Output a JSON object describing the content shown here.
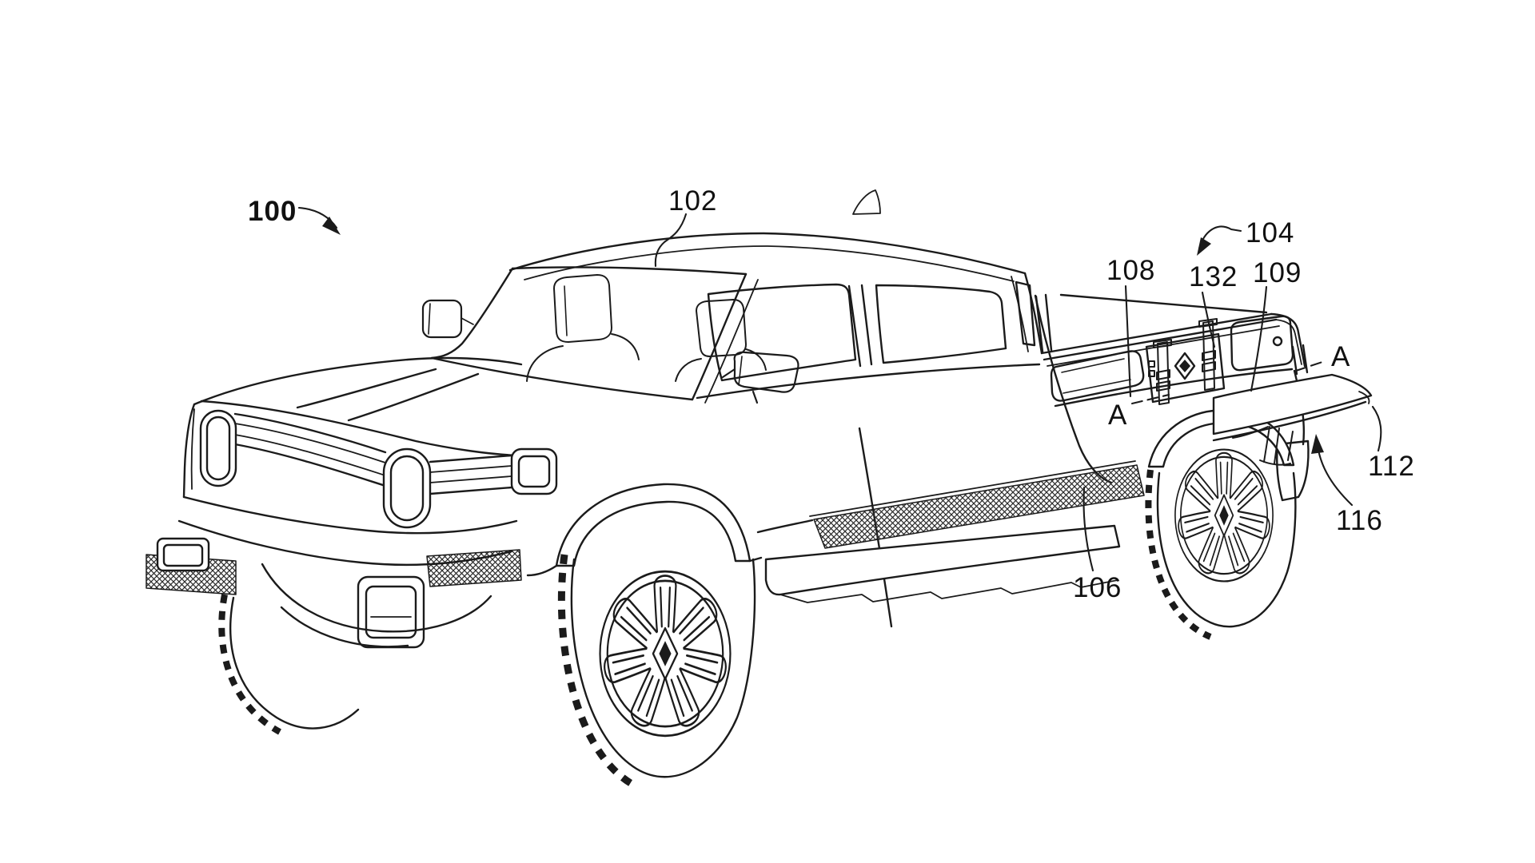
{
  "figure": {
    "description": "Patent-style black and white line drawing of an electric pickup truck in front three-quarter view, with a bed-side accessory rail, tie-down cleats, a deployed side table, and reference numerals with leader lines",
    "colors": {
      "background": "#ffffff",
      "line": "#1b1b1b",
      "text": "#111111"
    },
    "labels": [
      {
        "id": "100",
        "text": "100"
      },
      {
        "id": "102",
        "text": "102"
      },
      {
        "id": "104",
        "text": "104"
      },
      {
        "id": "108",
        "text": "108"
      },
      {
        "id": "132",
        "text": "132"
      },
      {
        "id": "109",
        "text": "109"
      },
      {
        "id": "A-left",
        "text": "A"
      },
      {
        "id": "A-right",
        "text": "A"
      },
      {
        "id": "112",
        "text": "112"
      },
      {
        "id": "116",
        "text": "116"
      },
      {
        "id": "106",
        "text": "106"
      }
    ]
  }
}
